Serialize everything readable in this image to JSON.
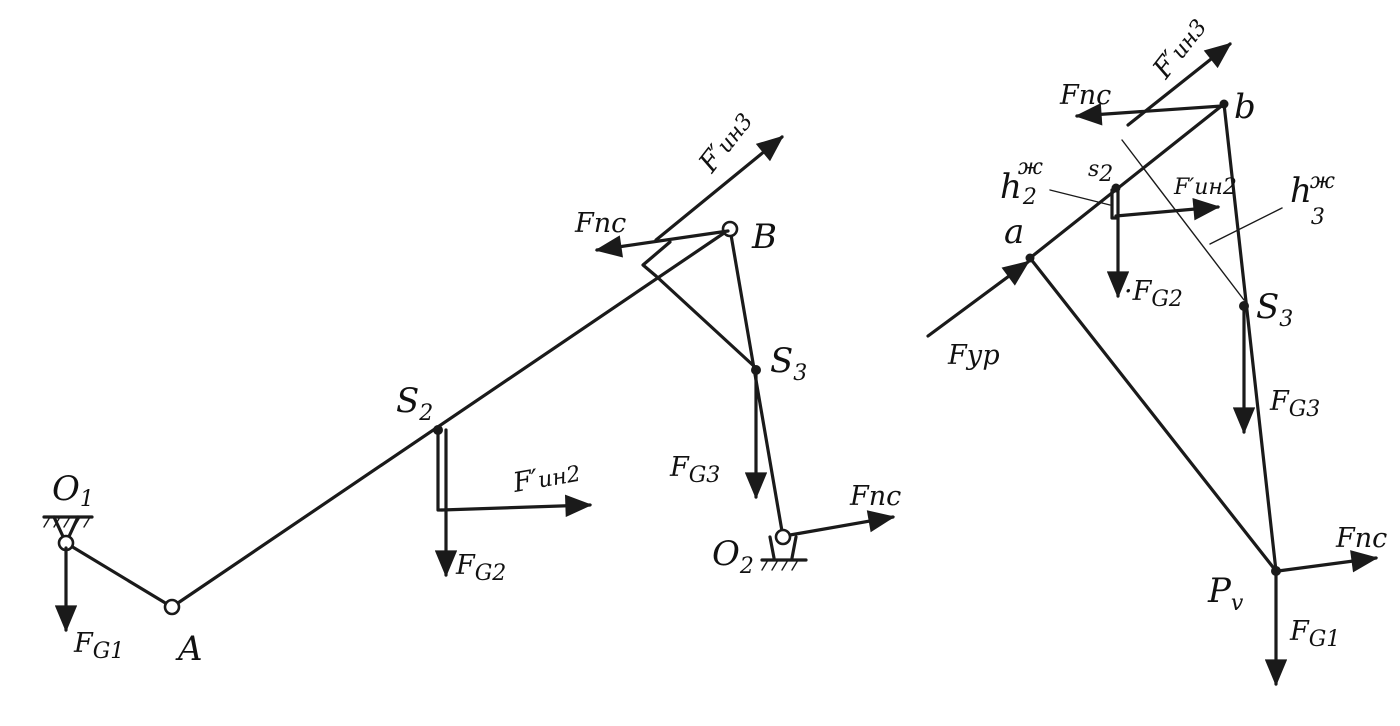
{
  "left": {
    "O1": "O",
    "O1_sub": "1",
    "A": "A",
    "S2": "S",
    "S2_sub": "2",
    "B": "B",
    "S3": "S",
    "S3_sub": "3",
    "O2": "O",
    "O2_sub": "2",
    "FG1": "F",
    "FG1_sub": "G1",
    "FG2": "F",
    "FG2_sub": "G2",
    "FG3": "F",
    "FG3_sub": "G3",
    "Fin2": "F′",
    "Fin2_sub": "ин2",
    "Fin3": "F′",
    "Fin3_sub": "ин3",
    "Fpc_B": "Fпс",
    "Fpc_O2": "Fпс"
  },
  "right": {
    "b": "b",
    "a": "a",
    "s2": "s",
    "s2_sub": "2",
    "s3": "S",
    "s3_sub": "3",
    "pv": "P",
    "pv_sub": "v",
    "h2": "h",
    "h2_sup": "ж",
    "h2_sub": "2",
    "h3": "h",
    "h3_sup": "ж",
    "h3_sub": "3",
    "Fin3": "F′",
    "Fin3_sub": "ин3",
    "Fin2": "F′",
    "Fin2_sub": "ин2",
    "Fpc_b": "Fпс",
    "Fpc_p": "Fпс",
    "Fyp": "Fур",
    "FG2": "·F",
    "FG2_sub": "G2",
    "FG3": "F",
    "FG3_sub": "G3",
    "FG1": "F",
    "FG1_sub": "G1"
  }
}
